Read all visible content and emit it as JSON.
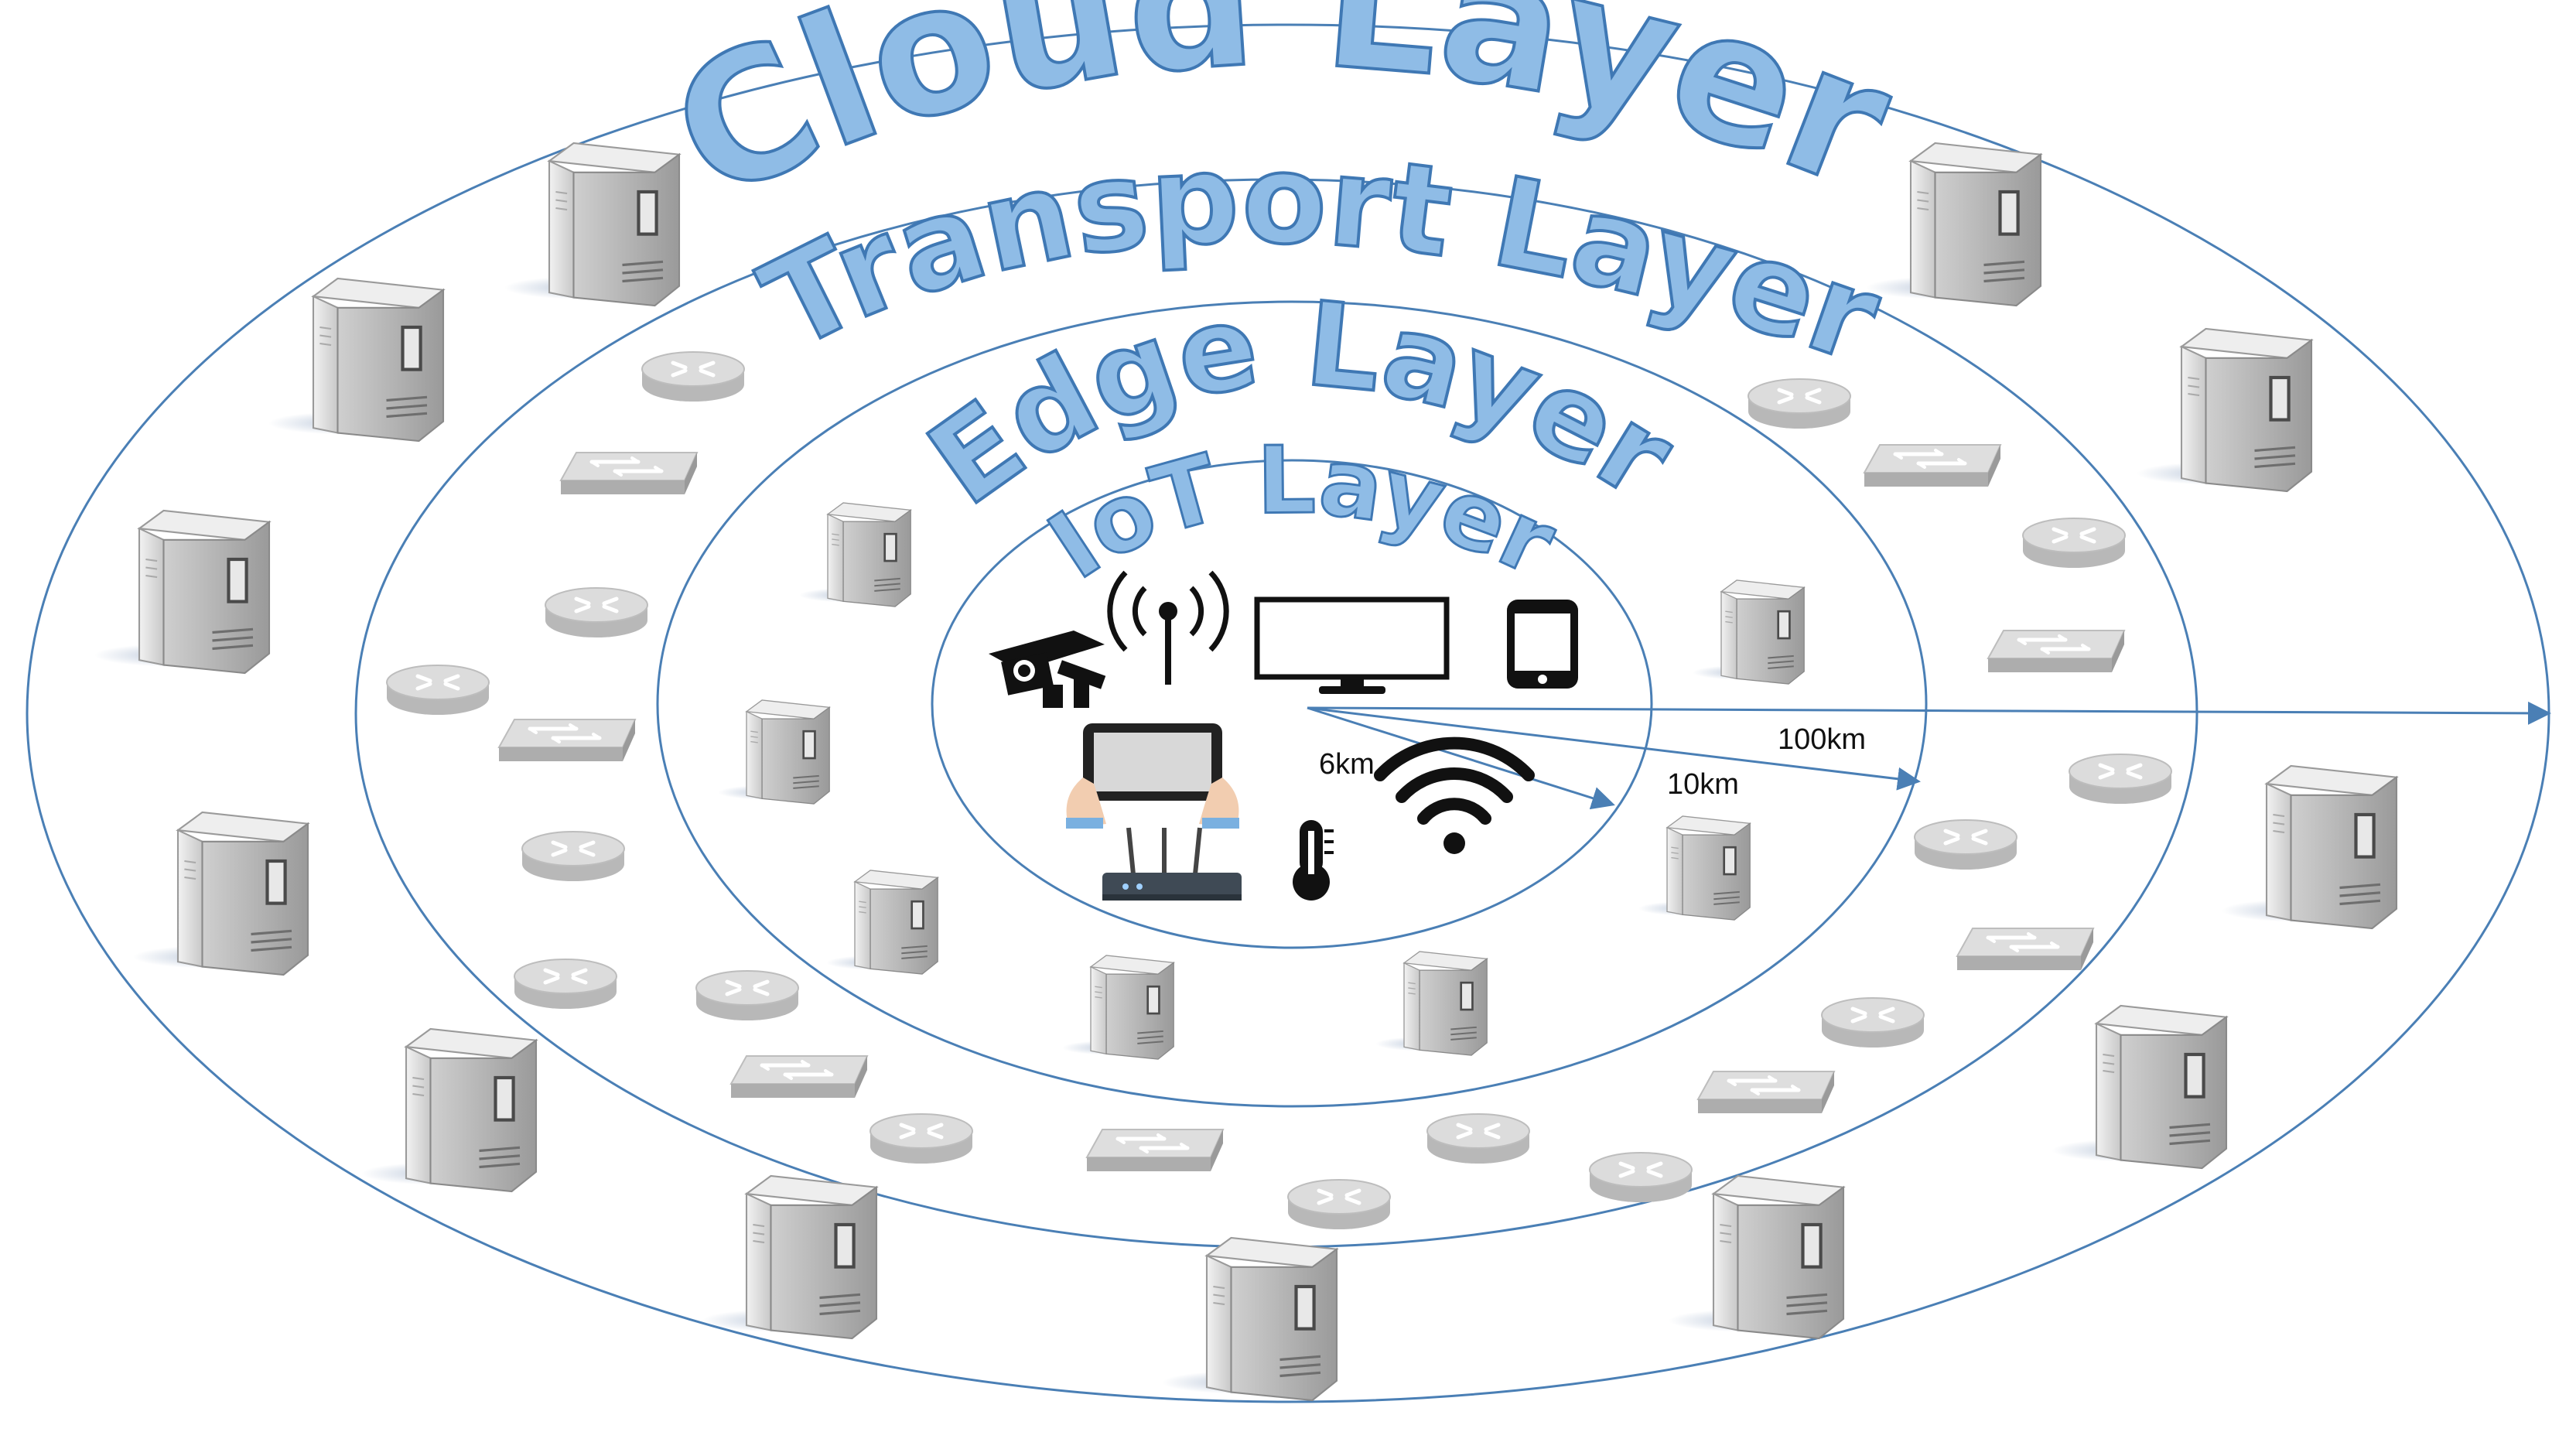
{
  "layers": {
    "cloud": "Cloud Layer",
    "transport": "Transport Layer",
    "edge": "Edge Layer",
    "iot": "IoT Layer"
  },
  "distances": {
    "iot_radius": "6km",
    "edge_radius": "10km",
    "transport_radius": "100km"
  },
  "colors": {
    "ring_stroke": "#4a7fb5",
    "title_fill": "#8fbce6",
    "title_stroke": "#3f78b4",
    "server_light": "#d7d7d7",
    "server_dark": "#8e8e8e",
    "network_gray": "#c4c4c4",
    "device_black": "#111111"
  },
  "icons": {
    "iot_devices": [
      "cctv-camera-icon",
      "antenna-icon",
      "monitor-icon",
      "smartphone-icon",
      "tablet-icon",
      "router-icon",
      "thermometer-icon",
      "wifi-icon"
    ],
    "edge_devices": "server-icon",
    "transport_devices": [
      "network-router-icon",
      "network-switch-icon"
    ],
    "cloud_devices": "server-icon"
  }
}
